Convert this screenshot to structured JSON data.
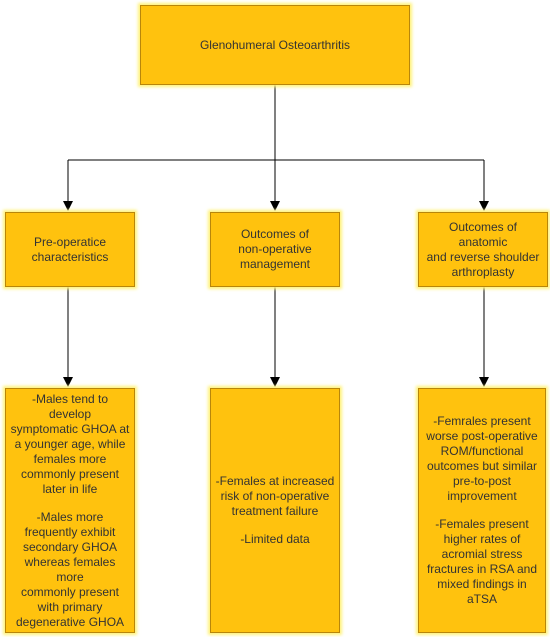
{
  "root": {
    "label": "Glenohumeral Osteoarthritis"
  },
  "categories": [
    {
      "label_lines": [
        "Pre-operatice",
        "characteristics"
      ]
    },
    {
      "label_lines": [
        "Outcomes of",
        "non-operative",
        "management"
      ]
    },
    {
      "label_lines": [
        "Outcomes of anatomic",
        "and reverse shoulder",
        "arthroplasty"
      ]
    }
  ],
  "findings": [
    {
      "paragraphs": [
        [
          "-Males tend to develop",
          "symptomatic GHOA at",
          "a younger age, while",
          "females more",
          "commonly present",
          "later in life"
        ],
        [
          "-Males more",
          "frequently exhibit",
          "secondary GHOA",
          "whereas females more",
          "commonly present",
          "with primary",
          "degenerative GHOA"
        ]
      ]
    },
    {
      "paragraphs": [
        [
          "-Females at increased",
          "risk of non-operative",
          "treatment failure"
        ],
        [
          "-Limited data"
        ]
      ]
    },
    {
      "paragraphs": [
        [
          "-Femrales present",
          "worse post-operative",
          "ROM/functional",
          "outcomes but similar",
          "pre-to-post",
          "improvement"
        ],
        [
          "-Females present",
          "higher rates of",
          "acromial stress",
          "fractures in RSA and",
          "mixed findings in",
          "aTSA"
        ]
      ]
    }
  ],
  "colors": {
    "box_fill": "#ffc20e",
    "box_border": "#b8860b",
    "connector": "#000000",
    "text": "#333333"
  }
}
